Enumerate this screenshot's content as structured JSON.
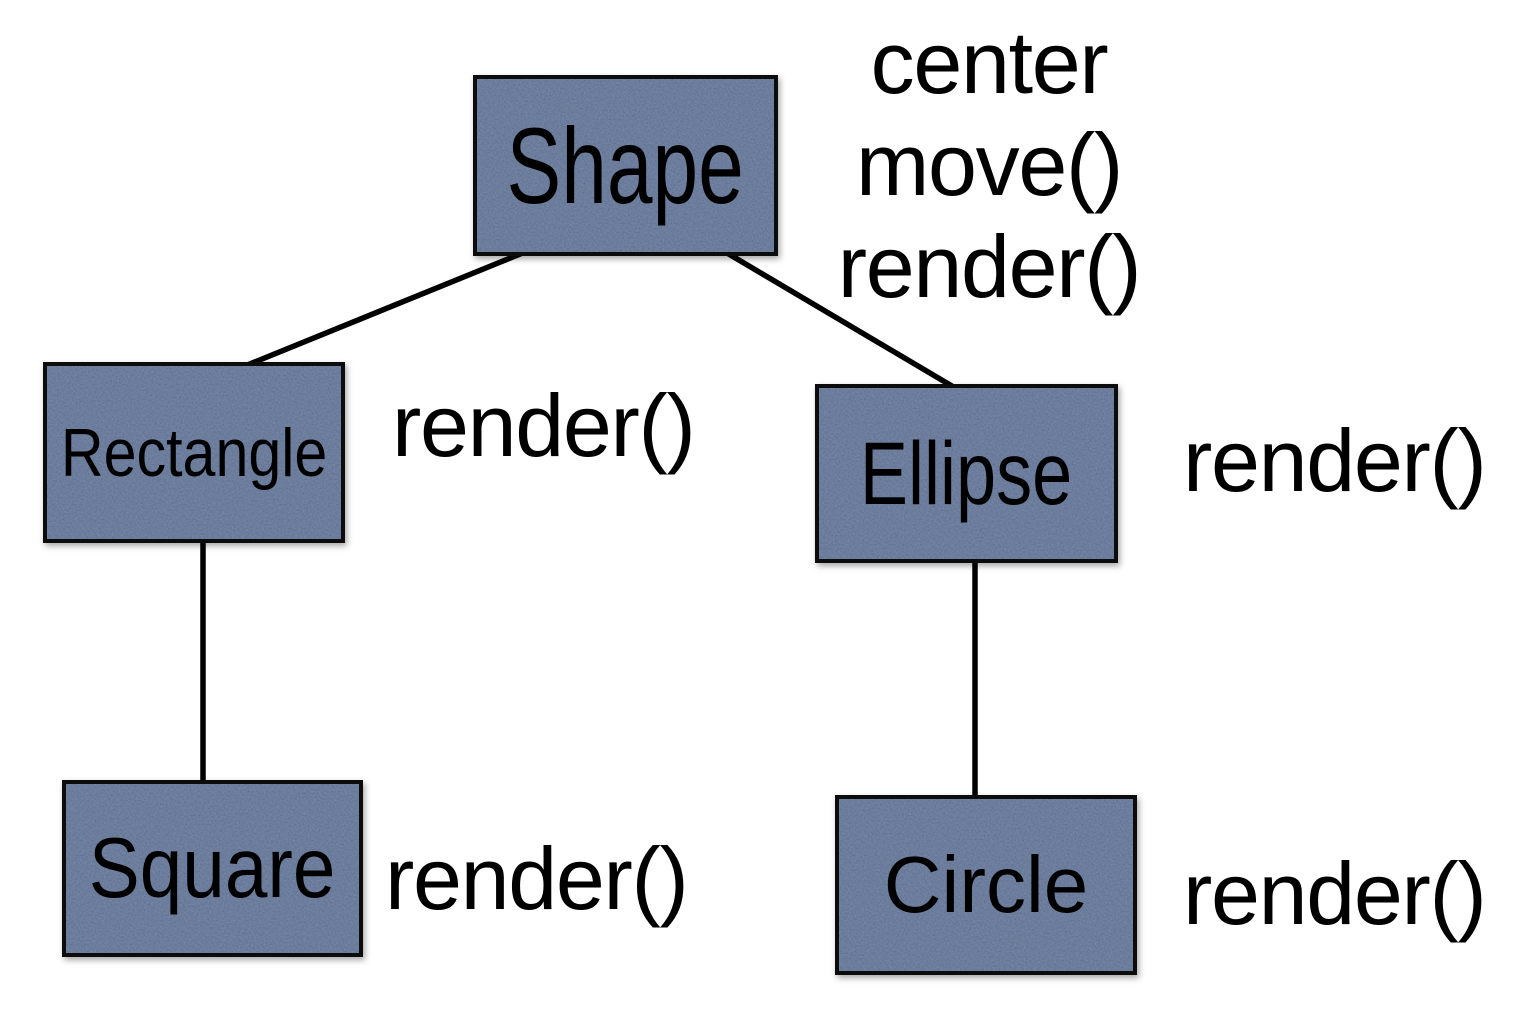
{
  "diagram_type": "class-hierarchy",
  "colors": {
    "background": "#ffffff",
    "box-fill": "#566a8e",
    "box-border": "#0c0c0c",
    "connector": "#000000",
    "text": "#000000"
  },
  "nodes": {
    "shape": {
      "label": "Shape",
      "members": [
        "center",
        "move()",
        "render()"
      ]
    },
    "rectangle": {
      "label": "Rectangle",
      "members": [
        "render()"
      ]
    },
    "ellipse": {
      "label": "Ellipse",
      "members": [
        "render()"
      ]
    },
    "square": {
      "label": "Square",
      "members": [
        "render()"
      ]
    },
    "circle": {
      "label": "Circle",
      "members": [
        "render()"
      ]
    }
  },
  "edges": [
    {
      "from": "Shape",
      "to": "Rectangle"
    },
    {
      "from": "Shape",
      "to": "Ellipse"
    },
    {
      "from": "Rectangle",
      "to": "Square"
    },
    {
      "from": "Ellipse",
      "to": "Circle"
    }
  ]
}
